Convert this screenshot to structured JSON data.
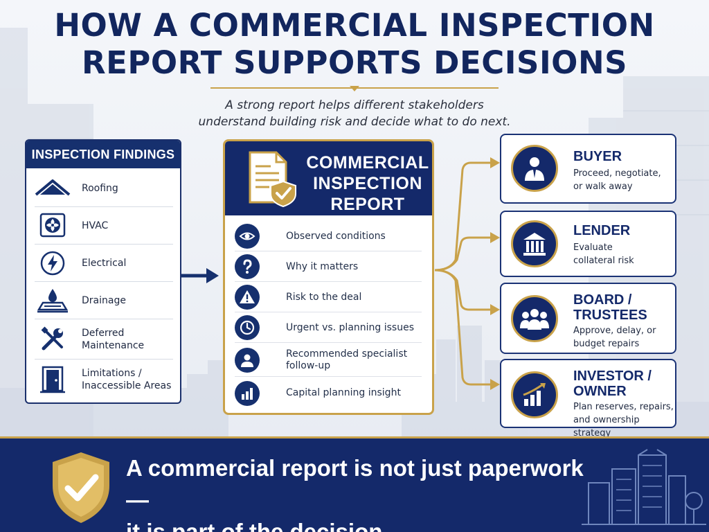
{
  "title": {
    "line1": "HOW A COMMERCIAL INSPECTION",
    "line2": "REPORT SUPPORTS DECISIONS"
  },
  "subtitle": {
    "line1": "A strong report helps different stakeholders",
    "line2": "understand building risk and decide what to do next."
  },
  "findings": {
    "heading": "INSPECTION FINDINGS",
    "items": [
      {
        "label": "Roofing",
        "icon": "roof-icon"
      },
      {
        "label": "HVAC",
        "icon": "hvac-fan-icon"
      },
      {
        "label": "Electrical",
        "icon": "lightning-bolt-icon"
      },
      {
        "label": "Drainage",
        "icon": "water-drop-icon"
      },
      {
        "label": "Deferred\nMaintenance",
        "icon": "wrench-screwdriver-icon"
      },
      {
        "label": "Limitations /\nInaccessible Areas",
        "icon": "door-icon"
      }
    ]
  },
  "report": {
    "title_line1": "COMMERCIAL",
    "title_line2": "INSPECTION",
    "title_line3": "REPORT",
    "icon": "document-shield-icon",
    "items": [
      {
        "label": "Observed conditions",
        "icon": "eye-icon"
      },
      {
        "label": "Why it matters",
        "icon": "question-icon"
      },
      {
        "label": "Risk to the deal",
        "icon": "warning-icon"
      },
      {
        "label": "Urgent vs. planning issues",
        "icon": "clock-icon"
      },
      {
        "label": "Recommended specialist\nfollow-up",
        "icon": "person-icon"
      },
      {
        "label": "Capital planning insight",
        "icon": "bar-chart-icon"
      }
    ]
  },
  "stakeholders": [
    {
      "title": "BUYER",
      "desc": "Proceed, negotiate,\nor walk away",
      "icon": "businessman-icon"
    },
    {
      "title": "LENDER",
      "desc": "Evaluate\ncollateral risk",
      "icon": "bank-icon"
    },
    {
      "title": "BOARD /\nTRUSTEES",
      "desc": "Approve, delay, or\nbudget repairs",
      "icon": "group-icon"
    },
    {
      "title": "INVESTOR /\nOWNER",
      "desc": "Plan reserves, repairs,\nand ownership strategy",
      "icon": "growth-chart-icon"
    }
  ],
  "footer": {
    "line1": "A commercial report is not just paperwork —",
    "line2": "it is part of the decision.",
    "icon": "shield-check-icon"
  },
  "colors": {
    "navy": "#14296a",
    "gold": "#c9a24a",
    "background": "#eef1f6"
  }
}
